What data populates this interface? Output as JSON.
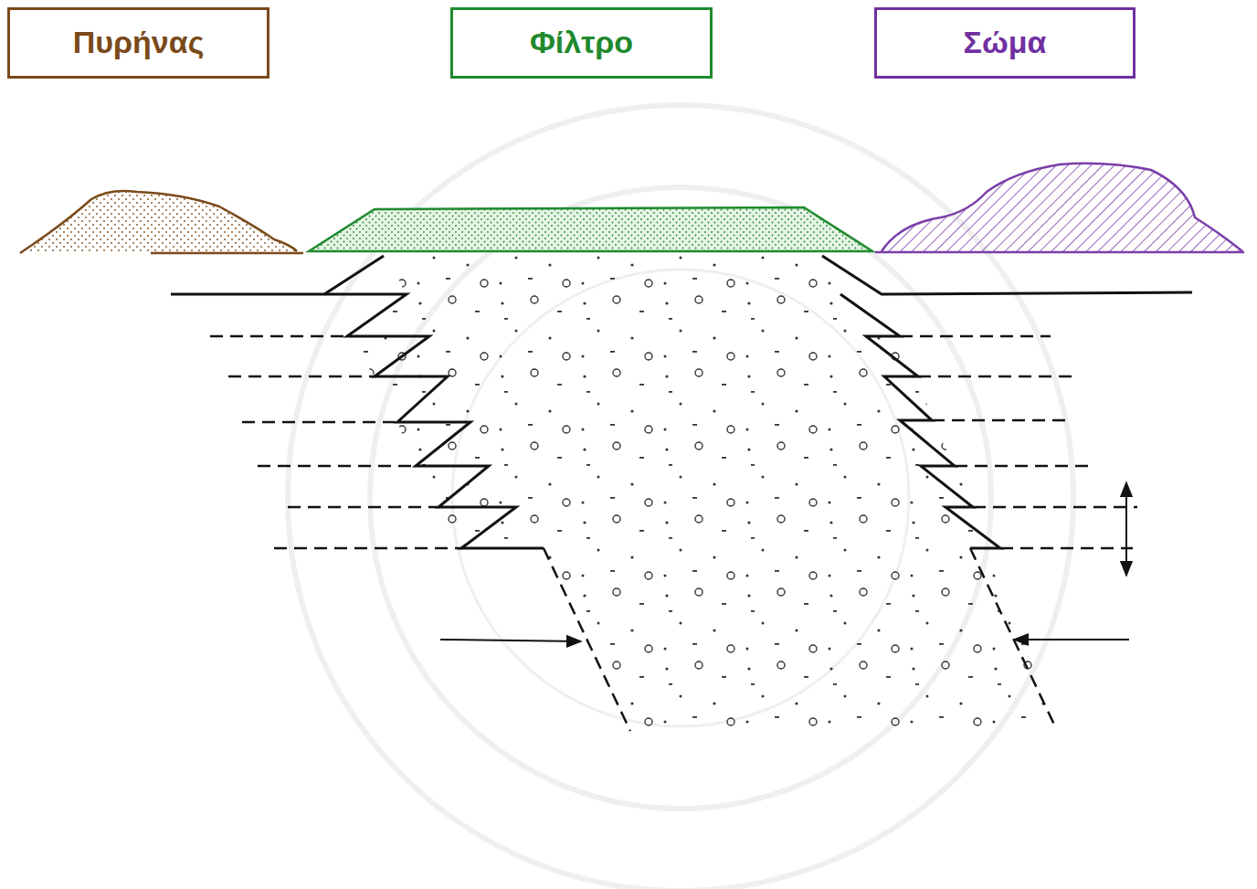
{
  "diagram": {
    "nodes": [
      {
        "text": [
          "Πυρήνας"
        ]
      },
      {
        "text": [
          "Φίλτρο"
        ]
      },
      {
        "text": [
          "Σώμα"
        ]
      }
    ]
  }
}
